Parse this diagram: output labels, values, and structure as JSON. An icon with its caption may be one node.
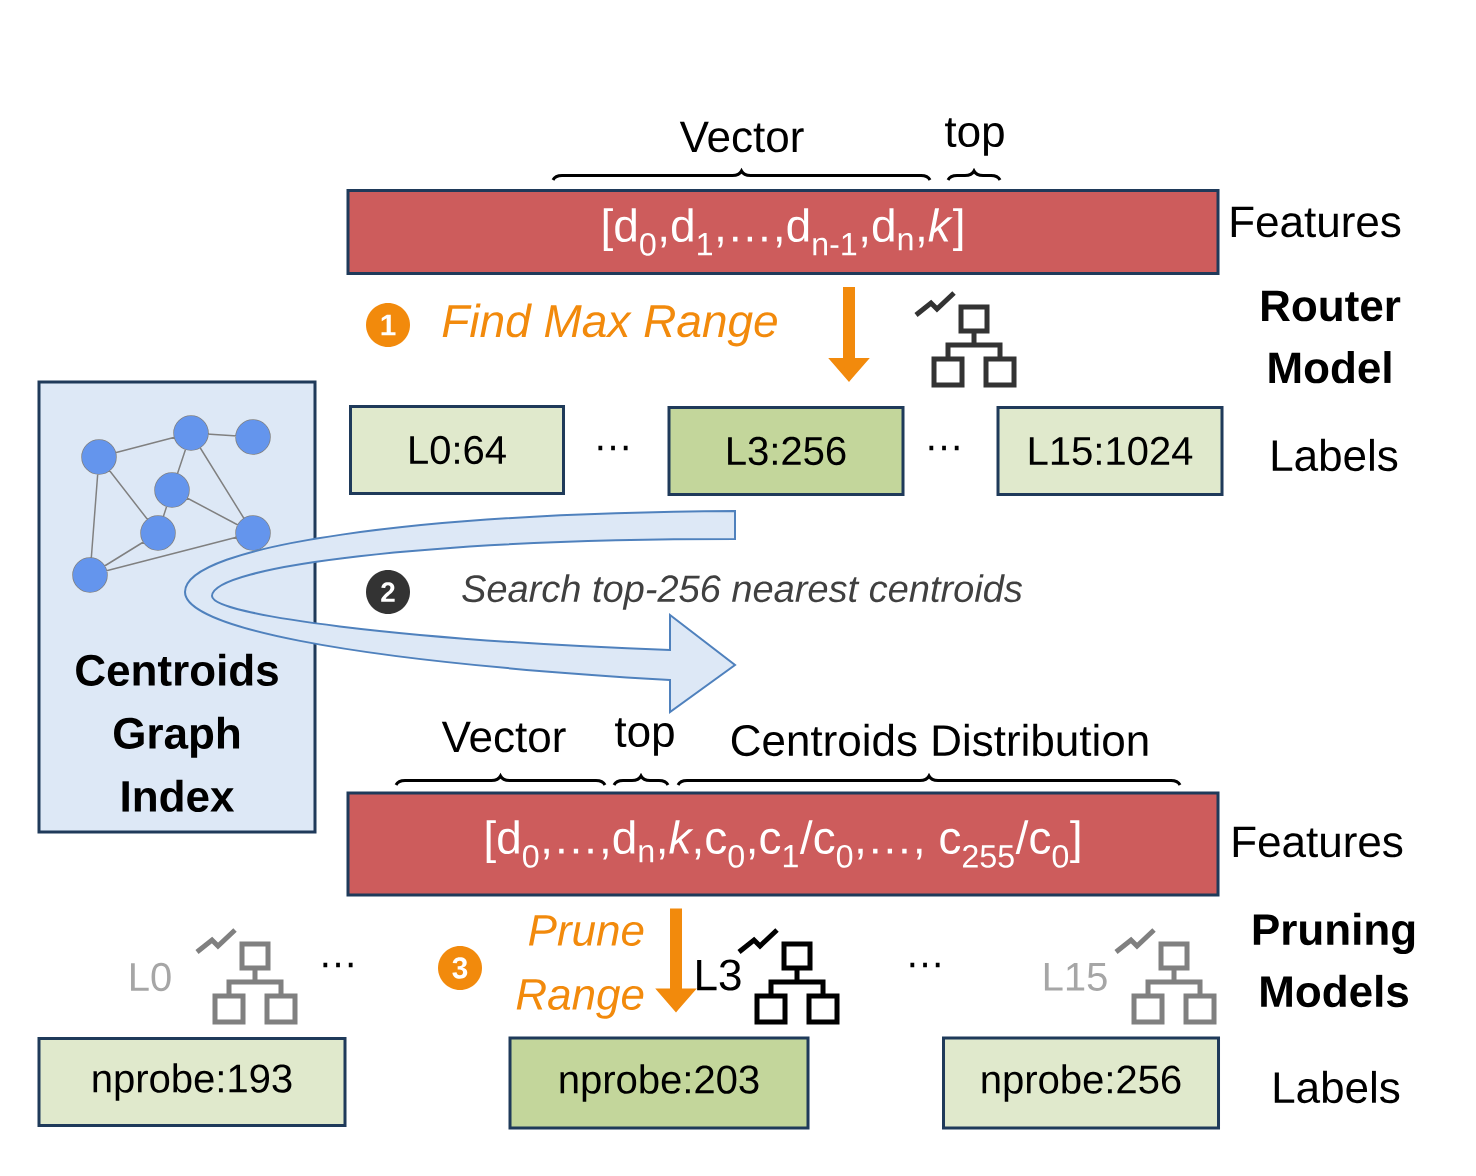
{
  "diagram": {
    "nodes": [
      {
        "text": [
          "[d$_{0}$,d$_{1}$,…,d$_{n-1}$,d$_{n}$,*k*]"
        ],
        "beside": [
          "Features"
        ]
      },
      {
        "text": [
          "L0:64"
        ]
      },
      {
        "text": [
          "L3:256"
        ]
      },
      {
        "text": [
          "L15:1024"
        ]
      },
      {
        "text": [
          "Centroids Graph Index"
        ]
      },
      {
        "text": [
          "[d$_{0}$,…,d$_{n}$,*k*,c$_{0}$,c$_{1}$/c$_{0}$,…, c$_{255}$/c$_{0}$]"
        ],
        "beside": [
          "Features"
        ]
      },
      {
        "text": [
          "nprobe:193"
        ]
      },
      {
        "text": [
          "nprobe:203"
        ]
      },
      {
        "text": [
          "nprobe:256"
        ]
      }
    ],
    "edges": [
      {
        "from": 0,
        "to": 2,
        "arrow": "to",
        "label": "Find Max Range",
        "color": "#f28a0c"
      },
      {
        "from": 2,
        "to": 5,
        "arrow": "to",
        "label": "Search top-256 nearest centroids",
        "color": "#4f81bd"
      },
      {
        "from": 5,
        "to": 7,
        "arrow": "to",
        "label": "Prune Range",
        "color": "#f28a0c"
      }
    ],
    "labels": [
      "Vector",
      "top",
      "1",
      "Router Model",
      "…",
      "…",
      "Labels",
      "2",
      "Vector",
      "top",
      "Centroids Distribution",
      "L0",
      "…",
      "3",
      "L3",
      "…",
      "L15",
      "Pruning Models",
      "Labels"
    ]
  }
}
